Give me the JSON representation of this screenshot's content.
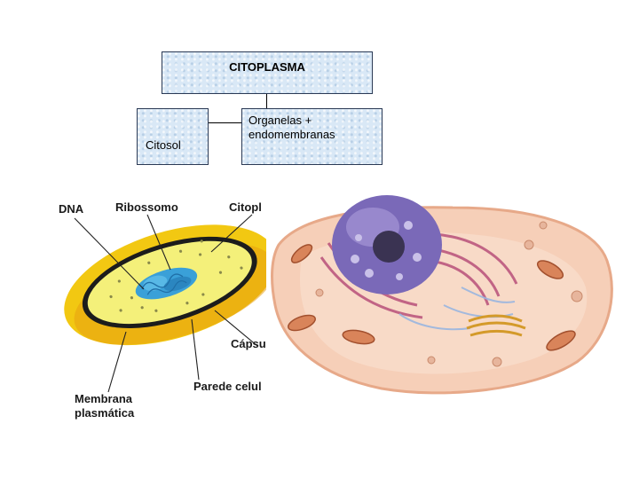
{
  "boxes": {
    "top": "CITOPLASMA",
    "left": "Citosol",
    "right": "Organelas +\nendomembranas"
  },
  "bacteria_labels": {
    "dna": "DNA",
    "ribossomo": "Ribossomo",
    "citoplasma": "Citopl",
    "capsula": "Cápsu",
    "parede": "Parede celul",
    "membrana_1": "Membrana",
    "membrana_2": "plasmática"
  },
  "colors": {
    "box_fill": "#d9e8f6",
    "capsule": "#f2c812",
    "cytoplasm": "#f4f07a",
    "dna": "#3aa0d8",
    "euk_cell": "#f6cfb8",
    "nucleus": "#7a69b8"
  }
}
